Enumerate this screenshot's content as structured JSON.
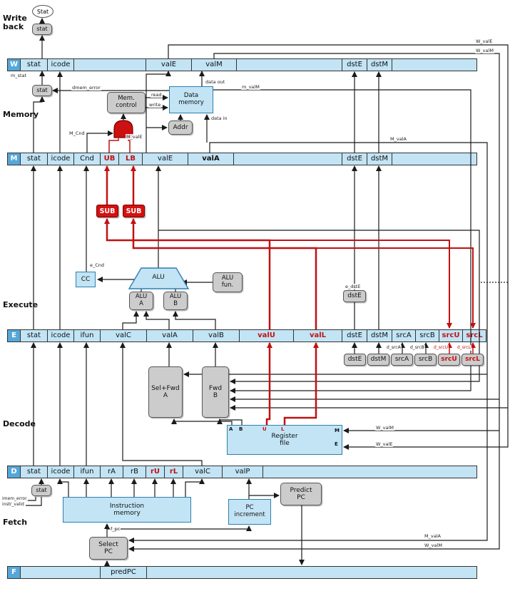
{
  "stage_labels": {
    "writeback": "Write back",
    "memory": "Memory",
    "execute": "Execute",
    "decode": "Decode",
    "fetch": "Fetch"
  },
  "top": {
    "stat_oval": "Stat"
  },
  "regs": {
    "W": {
      "letter": "W",
      "stat": "stat",
      "icode": "icode",
      "valE": "valE",
      "valM": "valM",
      "dstE": "dstE",
      "dstM": "dstM"
    },
    "M": {
      "letter": "M",
      "stat": "stat",
      "icode": "icode",
      "cnd": "Cnd",
      "ub": "UB",
      "lb": "LB",
      "valE": "valE",
      "valA": "valA",
      "dstE": "dstE",
      "dstM": "dstM"
    },
    "E": {
      "letter": "E",
      "stat": "stat",
      "icode": "icode",
      "ifun": "ifun",
      "valC": "valC",
      "valA": "valA",
      "valB": "valB",
      "valU": "valU",
      "valL": "valL",
      "dstE": "dstE",
      "dstM": "dstM",
      "srcA": "srcA",
      "srcB": "srcB",
      "srcU": "srcU",
      "srcL": "srcL"
    },
    "D": {
      "letter": "D",
      "stat": "stat",
      "icode": "icode",
      "ifun": "ifun",
      "rA": "rA",
      "rB": "rB",
      "rU": "rU",
      "rL": "rL",
      "valC": "valC",
      "valP": "valP"
    },
    "F": {
      "letter": "F",
      "predPC": "predPC"
    }
  },
  "mem": {
    "wb_stat": "stat",
    "stat": "stat",
    "mem_control": [
      "Mem.",
      "control"
    ],
    "data_memory": [
      "Data",
      "memory"
    ],
    "addr": "Addr"
  },
  "exec": {
    "sub_left": "SUB",
    "sub_right": "SUB",
    "cc": "CC",
    "alu": "ALU",
    "alu_fun": [
      "ALU",
      "fun."
    ],
    "alu_a": [
      "ALU",
      "A"
    ],
    "alu_b": [
      "ALU",
      "B"
    ],
    "e_dste_box": "dstE"
  },
  "dec": {
    "sel_fwd_a": [
      "Sel+Fwd",
      "A"
    ],
    "fwd_b": [
      "Fwd",
      "B"
    ],
    "register_file": [
      "Register",
      "file"
    ],
    "port_a": "A",
    "port_b": "B",
    "port_u": "U",
    "port_l": "L",
    "port_m": "M",
    "port_e": "E",
    "dstE": "dstE",
    "dstM": "dstM",
    "srcA": "srcA",
    "srcB": "srcB",
    "srcU": "srcU",
    "srcL": "srcL"
  },
  "fetch": {
    "stat": "stat",
    "instruction_memory": [
      "Instruction",
      "memory"
    ],
    "pc_increment": [
      "PC",
      "increment"
    ],
    "predict_pc": [
      "Predict",
      "PC"
    ],
    "select_pc": [
      "Select",
      "PC"
    ]
  },
  "labels": {
    "m_stat": "m_stat",
    "dmem_error": "dmem_error",
    "read": "read",
    "write": "write",
    "data_out": "data out",
    "m_valM": "m_valM",
    "data_in": "data in",
    "M_Cnd": "M_Cnd",
    "M_valE": "M_valE",
    "M_valA_top": "M_valA",
    "W_valE_top": "W_valE",
    "W_valM_top": "W_valM",
    "e_Cnd": "e_Cnd",
    "e_dstE": "e_dstE",
    "d_srcA": "d_srcA",
    "d_srcB": "d_srcB",
    "d_srcU": "d_srcU",
    "d_srcL": "d_srcL",
    "W_valM_mid": "W_valM",
    "W_valE_mid": "W_valE",
    "imem_error": "imem_error",
    "instr_valid": "instr_valid",
    "f_pc": "f_pc",
    "M_valA_bot": "M_valA",
    "W_valM_bot": "W_valM"
  }
}
